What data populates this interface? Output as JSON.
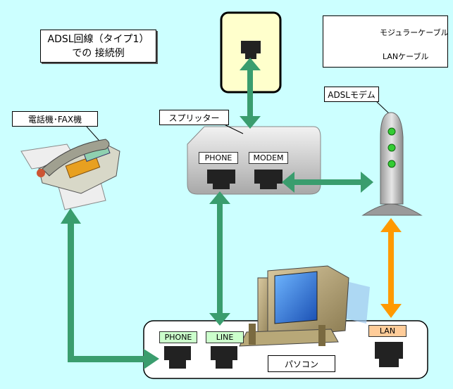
{
  "title": {
    "line1": "ADSL回線（タイプ1）",
    "line2": "での 接続例"
  },
  "legend": {
    "modular_label": "モジュラーケーブル",
    "lan_label": "LANケーブル",
    "modular_color": "#3a9d6e",
    "lan_color": "#ff9900"
  },
  "labels": {
    "phone_fax": "電話機･FAX機",
    "splitter": "スプリッター",
    "adsl_modem": "ADSLモデム",
    "pc": "パソコン"
  },
  "splitter_ports": {
    "phone": "PHONE",
    "modem": "MODEM"
  },
  "pc_ports": {
    "phone": "PHONE",
    "line": "LINE",
    "lan": "LAN"
  },
  "colors": {
    "background": "#ccffff",
    "wall_jack_panel": "#ffffcc",
    "modem_led": "#33cc33",
    "pc_phone_label_bg": "#ccffcc",
    "pc_lan_label_bg": "#ffcc99"
  }
}
